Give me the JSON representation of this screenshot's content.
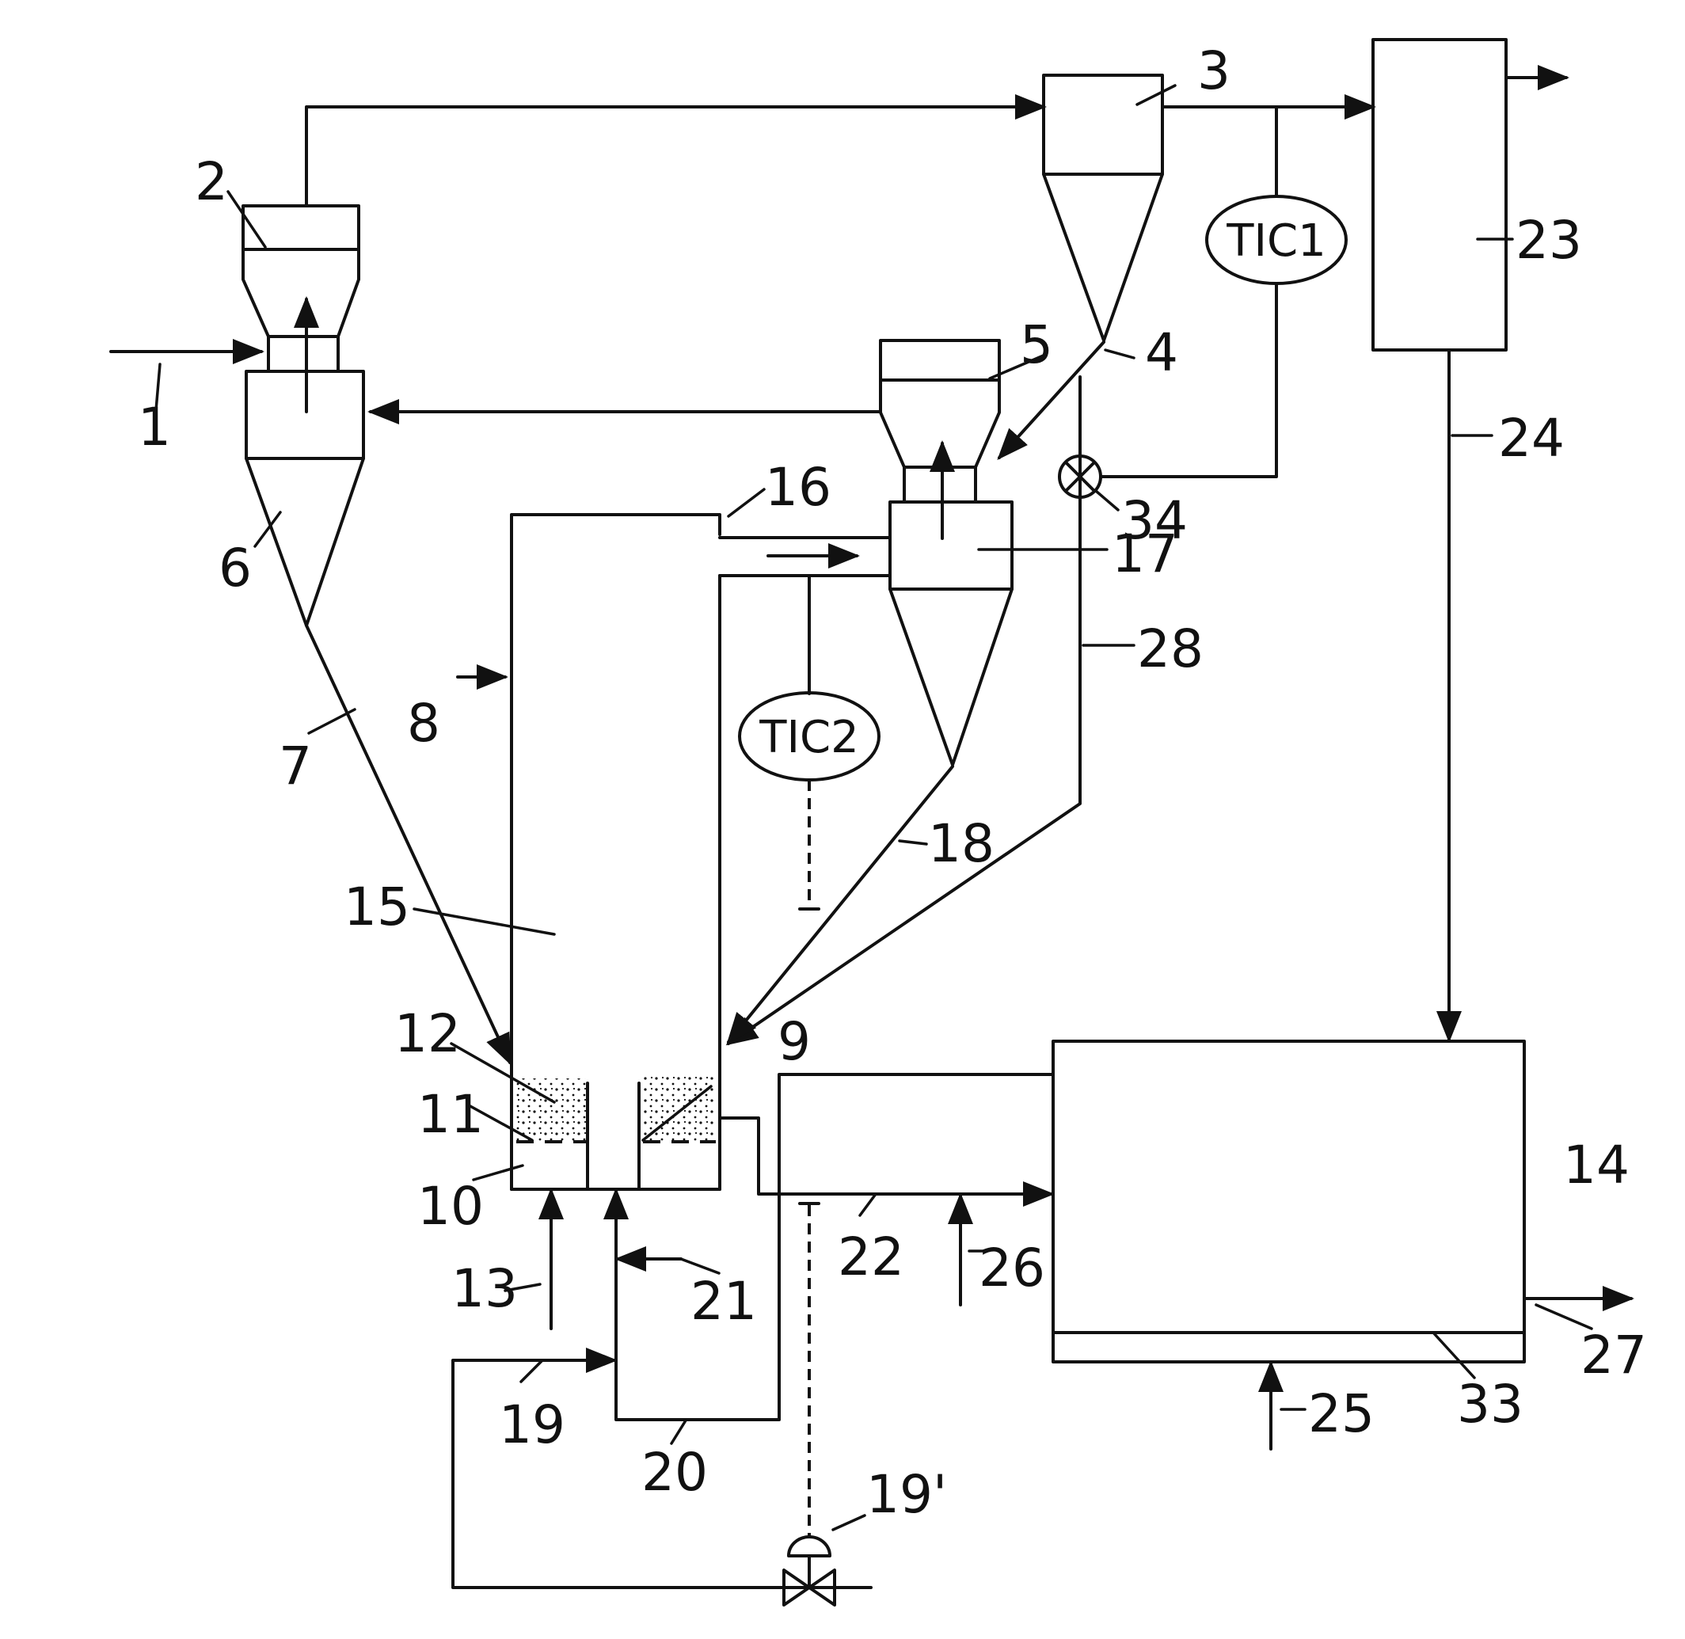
{
  "labels": {
    "l1": "1",
    "l2": "2",
    "l3": "3",
    "l4": "4",
    "l5": "5",
    "l6": "6",
    "l7": "7",
    "l8": "8",
    "l9": "9",
    "l10": "10",
    "l11": "11",
    "l12": "12",
    "l13": "13",
    "l14": "14",
    "l15": "15",
    "l16": "16",
    "l17": "17",
    "l18": "18",
    "l19": "19",
    "l19p": "19'",
    "l20": "20",
    "l21": "21",
    "l22": "22",
    "l23": "23",
    "l24": "24",
    "l25": "25",
    "l26": "26",
    "l27": "27",
    "l28": "28",
    "l33": "33",
    "l34": "34"
  },
  "controllers": {
    "tic1": "TIC1",
    "tic2": "TIC2"
  }
}
